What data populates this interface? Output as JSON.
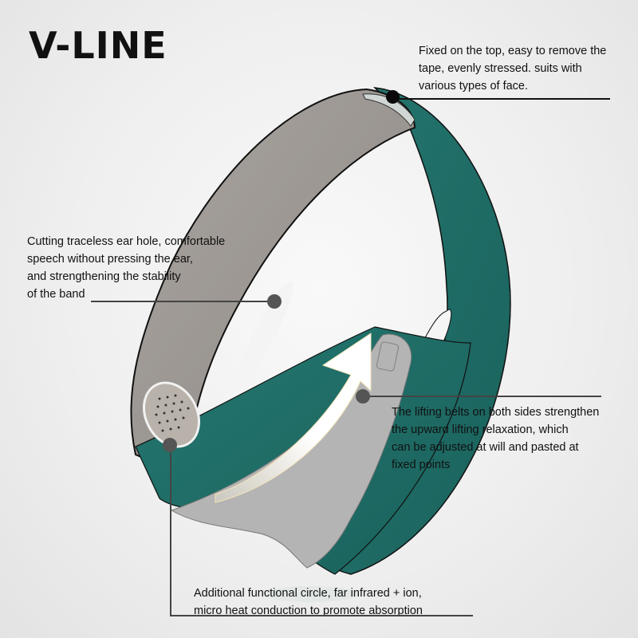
{
  "title": "V-LINE",
  "colors": {
    "band_teal": "#1f6e68",
    "inner_grey": "#9d9893",
    "belt_grey": "#b3b3b3",
    "text": "#111111",
    "background": "#efefef"
  },
  "callouts": [
    {
      "id": "top-tape",
      "lines": [
        "Fixed on the top, easy to remove the",
        "tape, evenly stressed.  suits with",
        "various types of face."
      ]
    },
    {
      "id": "ear-hole",
      "lines": [
        "Cutting traceless ear hole, comfortable",
        "speech without pressing the ear,",
        "and strengthening the stability",
        "of the band"
      ]
    },
    {
      "id": "lifting-belts",
      "lines": [
        "The lifting belts on both sides strengthen",
        "the upward lifting relaxation, which",
        "can be adjusted at will and pasted at",
        "fixed points"
      ]
    },
    {
      "id": "functional-circle",
      "lines": [
        "Additional functional circle, far infrared + ion,",
        "micro heat conduction to promote absorption"
      ]
    }
  ]
}
